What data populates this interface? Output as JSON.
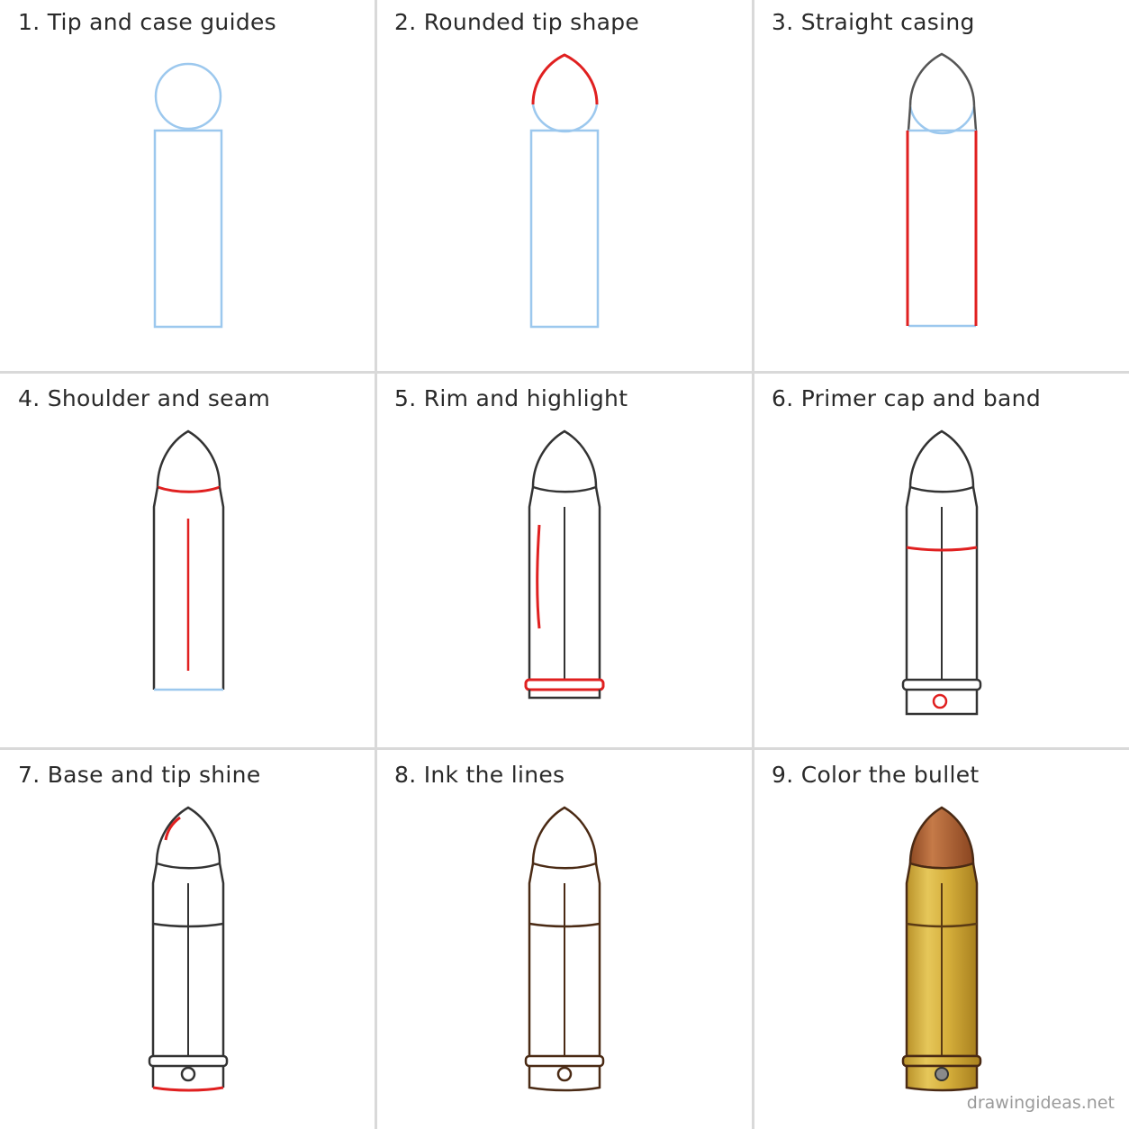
{
  "steps": [
    {
      "title": "1. Tip and case guides"
    },
    {
      "title": "2. Rounded tip shape"
    },
    {
      "title": "3. Straight casing"
    },
    {
      "title": "4. Shoulder and seam"
    },
    {
      "title": "5. Rim and highlight"
    },
    {
      "title": "6. Primer cap and band"
    },
    {
      "title": "7. Base and tip shine"
    },
    {
      "title": "8. Ink the lines"
    },
    {
      "title": "9. Color the bullet"
    }
  ],
  "watermark": "drawingideas.net",
  "colors": {
    "guide": "#9cc8ee",
    "new_line": "#e02020",
    "pencil": "#333333",
    "ink": "#4a2a14",
    "copper": "#b0643a",
    "brass": "#d8b33a"
  }
}
